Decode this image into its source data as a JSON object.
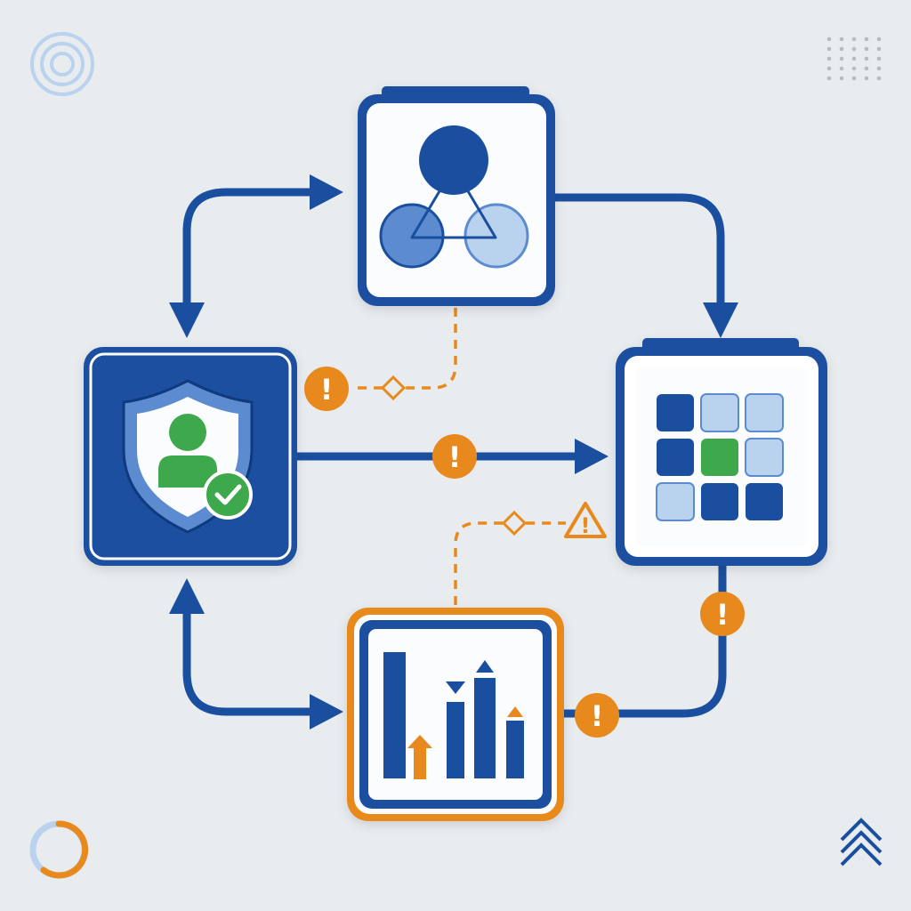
{
  "colors": {
    "background": "#e8ecef",
    "primary": "#1a4fa0",
    "primary_dark": "#0f3a7d",
    "light_blue": "#b9d2ee",
    "mid_blue": "#5c8ccf",
    "accent_orange": "#e8891e",
    "accent_green": "#3ea84c",
    "card_fill": "#fafcfe",
    "decor_gray": "#b5bcc4"
  },
  "nodes": [
    {
      "id": "network-node",
      "icon": "network-graph-icon"
    },
    {
      "id": "security-node",
      "icon": "shield-user-check-icon"
    },
    {
      "id": "dashboard-node",
      "icon": "grid-dashboard-icon"
    },
    {
      "id": "analytics-node",
      "icon": "bar-chart-icon"
    }
  ],
  "edges": [
    {
      "from": "security-node",
      "to": "network-node",
      "style": "solid"
    },
    {
      "from": "network-node",
      "to": "security-node",
      "style": "solid"
    },
    {
      "from": "network-node",
      "to": "dashboard-node",
      "style": "solid"
    },
    {
      "from": "security-node",
      "to": "dashboard-node",
      "style": "solid",
      "marker": "alert"
    },
    {
      "from": "analytics-node",
      "to": "security-node",
      "style": "solid"
    },
    {
      "from": "security-node",
      "to": "analytics-node",
      "style": "solid"
    },
    {
      "from": "dashboard-node",
      "to": "analytics-node",
      "style": "solid",
      "marker": "alert"
    },
    {
      "from": "network-node",
      "to": "security-node",
      "style": "dashed",
      "marker": "alert"
    },
    {
      "from": "analytics-node",
      "to": "dashboard-node",
      "style": "dashed",
      "marker": "warning"
    }
  ],
  "alerts": {
    "exclamation": "!"
  }
}
